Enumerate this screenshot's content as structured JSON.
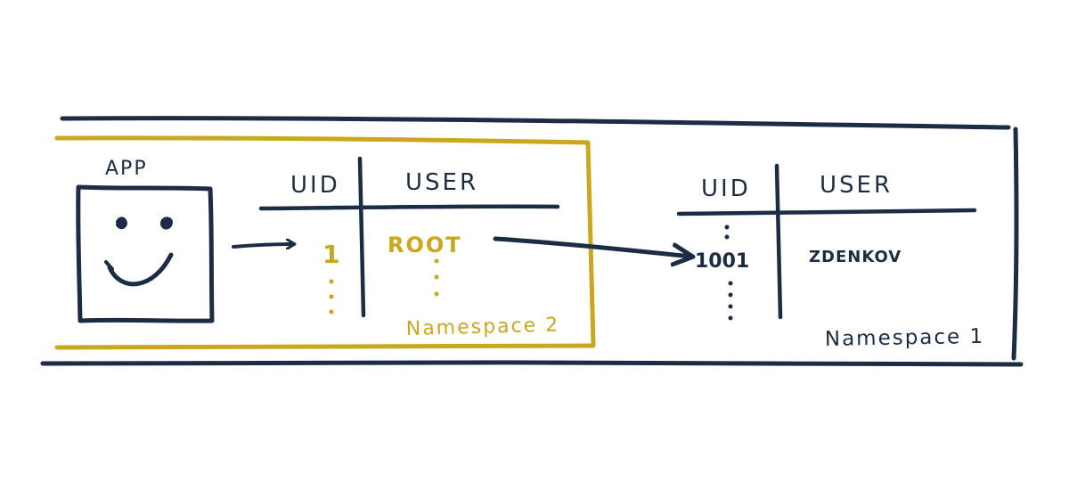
{
  "colors": {
    "navy": "#1b2d44",
    "gold": "#c9a81e",
    "background": "#ffffff"
  },
  "app": {
    "label": "APP",
    "icon": "smiley-face-icon"
  },
  "namespace2": {
    "label": "Namespace 2",
    "table": {
      "uid_header": "UID",
      "user_header": "USER",
      "uid_value": "1",
      "user_value": "ROOT"
    }
  },
  "namespace1": {
    "label": "Namespace 1",
    "table": {
      "uid_header": "UID",
      "user_header": "USER",
      "uid_value": "1001",
      "user_value": "ZDENKOV"
    }
  }
}
